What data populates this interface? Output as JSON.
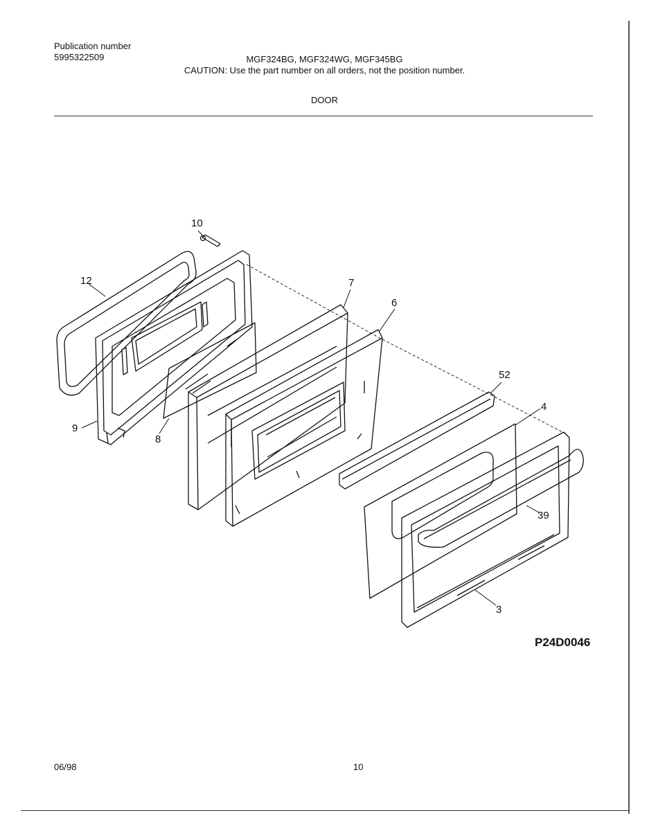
{
  "header": {
    "publication_label": "Publication number",
    "publication_number": "5995322509",
    "models": "MGF324BG,  MGF324WG,  MGF345BG",
    "caution": "CAUTION:  Use the part number on all orders, not the position number.",
    "section_title": "DOOR"
  },
  "diagram": {
    "callouts": [
      "10",
      "12",
      "7",
      "6",
      "52",
      "4",
      "39",
      "9",
      "8",
      "3"
    ],
    "figure_code": "P24D0046"
  },
  "footer": {
    "date": "06/98",
    "page_number": "10"
  }
}
